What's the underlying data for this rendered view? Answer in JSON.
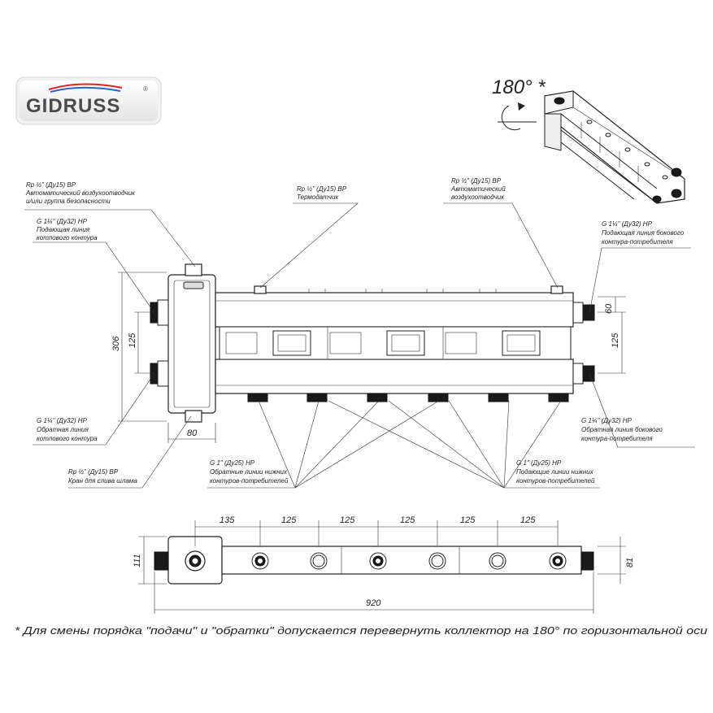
{
  "brand": {
    "logo_text": "GIDRUSS",
    "registered": "®"
  },
  "rotation_label": "180° *",
  "callouts": {
    "air_vent_safety": [
      "Rp ½\" (Ду15) ВР",
      "Автоматический воздухоотводчик",
      "и/или группа безопасности"
    ],
    "boiler_supply": [
      "G 1¼\" (Ду32) НР",
      "Подающая линия",
      "котлового контура"
    ],
    "thermometer": [
      "Rp ½\" (Ду15) ВР",
      "Термодатчик"
    ],
    "air_vent_right": [
      "Rp ½\" (Ду15) ВР",
      "Автоматический",
      "воздухоотводчик"
    ],
    "side_supply": [
      "G 1¼\" (Ду32) НР",
      "Подающая линия бокового",
      "контура-потребителя"
    ],
    "boiler_return": [
      "G 1¼\" (Ду32) НР",
      "Обратная линия",
      "котлового контура"
    ],
    "side_return": [
      "G 1¼\" (Ду32) НР",
      "Обратная линия бокового",
      "контура-потребителя"
    ],
    "drain": [
      "Rp ½\" (Ду15) ВР",
      "Кран для слива шлама"
    ],
    "lower_return": [
      "G 1\" (Ду25) НР",
      "Обратные линии нижних",
      "контуров-потребителей"
    ],
    "lower_supply": [
      "G 1\" (Ду25) НР",
      "Подающие линии нижних",
      "контуров-потребителей"
    ]
  },
  "dimensions": {
    "front_height": "306",
    "front_spacing_left": "125",
    "front_spacing_right": "125",
    "right_offset": "60",
    "bottom_width": "80",
    "top_spacings": [
      "135",
      "125",
      "125",
      "125",
      "125",
      "125"
    ],
    "top_total": "920",
    "top_height_left": "111",
    "top_height_right": "81"
  },
  "footnote": "* Для смены порядка \"подачи\" и \"обратки\" допускается перевернуть коллектор на 180° по горизонтальной оси"
}
